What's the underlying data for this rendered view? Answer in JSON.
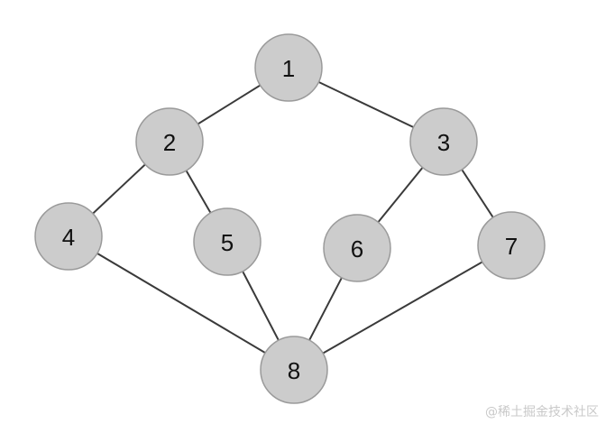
{
  "diagram": {
    "type": "graph",
    "nodes": [
      {
        "id": "1",
        "label": "1"
      },
      {
        "id": "2",
        "label": "2"
      },
      {
        "id": "3",
        "label": "3"
      },
      {
        "id": "4",
        "label": "4"
      },
      {
        "id": "5",
        "label": "5"
      },
      {
        "id": "6",
        "label": "6"
      },
      {
        "id": "7",
        "label": "7"
      },
      {
        "id": "8",
        "label": "8"
      }
    ],
    "edges": [
      {
        "from": "1",
        "to": "2"
      },
      {
        "from": "1",
        "to": "3"
      },
      {
        "from": "2",
        "to": "4"
      },
      {
        "from": "2",
        "to": "5"
      },
      {
        "from": "3",
        "to": "6"
      },
      {
        "from": "3",
        "to": "7"
      },
      {
        "from": "4",
        "to": "8"
      },
      {
        "from": "5",
        "to": "8"
      },
      {
        "from": "6",
        "to": "8"
      },
      {
        "from": "7",
        "to": "8"
      }
    ],
    "colors": {
      "node_fill": "#cccccc",
      "node_stroke": "#9a9a9a",
      "edge": "#3a3a3a",
      "label": "#111111"
    }
  },
  "watermark": {
    "text": "@稀土掘金技术社区"
  }
}
